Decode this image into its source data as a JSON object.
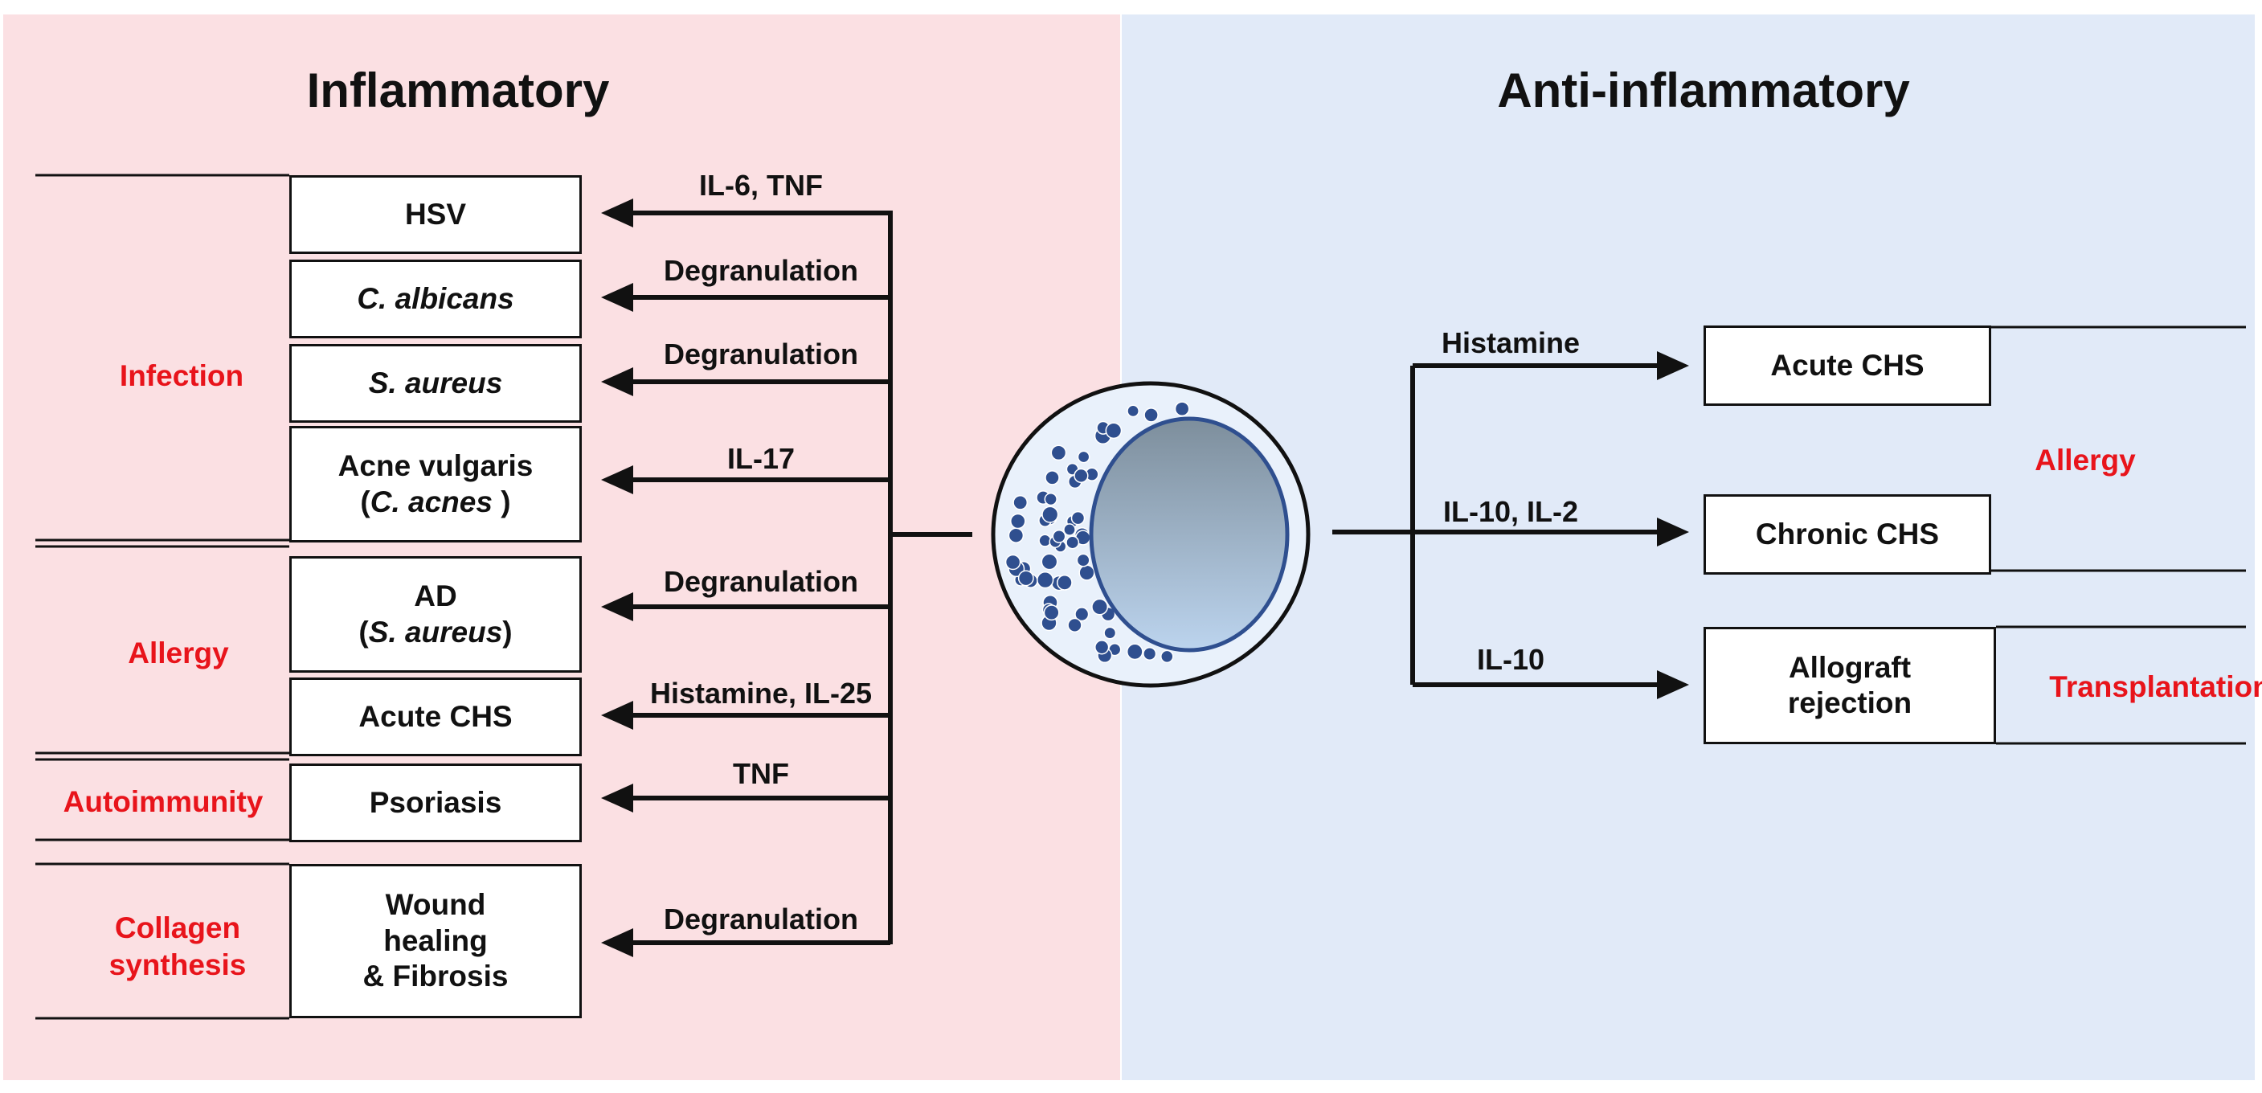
{
  "colors": {
    "left_panel": "#fbe0e3",
    "right_panel": "#e1eaf8",
    "category_text": "#e8141b",
    "line": "#111111",
    "cell_granule": "#2f4f8f"
  },
  "left": {
    "title": "Inflammatory",
    "categories": [
      "Infection",
      "Allergy",
      "Autoimmunity",
      "Collagen\nsynthesis"
    ],
    "items": [
      {
        "pre": "",
        "ital": "",
        "post": "HSV",
        "mediator": "IL-6, TNF"
      },
      {
        "pre": "",
        "ital": "C. albicans",
        "post": "",
        "mediator": "Degranulation"
      },
      {
        "pre": "",
        "ital": "S. aureus",
        "post": "",
        "mediator": "Degranulation"
      },
      {
        "pre": "Acne vulgaris\n(",
        "ital": "C. acnes",
        "post": " )",
        "mediator": "IL-17"
      },
      {
        "pre": "AD\n(",
        "ital": "S. aureus",
        "post": ")",
        "mediator": "Degranulation"
      },
      {
        "pre": "",
        "ital": "",
        "post": "Acute CHS",
        "mediator": "Histamine, IL-25"
      },
      {
        "pre": "",
        "ital": "",
        "post": "Psoriasis",
        "mediator": "TNF"
      },
      {
        "pre": "",
        "ital": "",
        "post": "Wound\nhealing\n& Fibrosis",
        "mediator": "Degranulation"
      }
    ]
  },
  "right": {
    "title": "Anti-inflammatory",
    "categories": [
      "Allergy",
      "Transplantation"
    ],
    "items": [
      {
        "label": "Acute CHS",
        "mediator": "Histamine"
      },
      {
        "label": "Chronic CHS",
        "mediator": "IL-10, IL-2"
      },
      {
        "label": "Allograft\nrejection",
        "mediator": "IL-10"
      }
    ]
  }
}
